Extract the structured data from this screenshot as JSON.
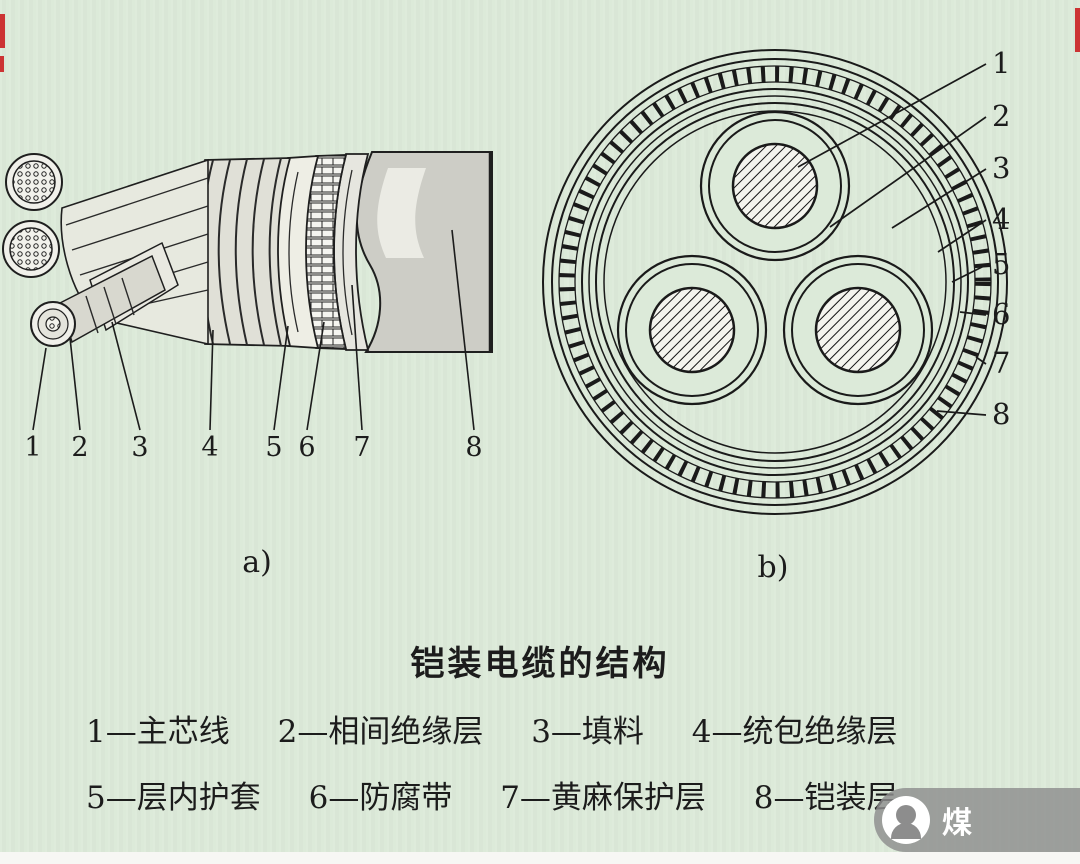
{
  "figure": {
    "title": "铠装电缆的结构",
    "label_a": "a)",
    "label_b": "b)"
  },
  "diagram_a": {
    "numbers": [
      "1",
      "2",
      "3",
      "4",
      "5",
      "6",
      "7",
      "8"
    ]
  },
  "diagram_b": {
    "numbers": [
      "1",
      "2",
      "3",
      "4",
      "5",
      "6",
      "7",
      "8"
    ]
  },
  "legend": {
    "row1": [
      "1—主芯线",
      "2—相间绝缘层",
      "3—填料",
      "4—统包绝缘层"
    ],
    "row2": [
      "5—层内护套",
      "6—防腐带",
      "7—黄麻保护层",
      "8—铠装层"
    ]
  },
  "watermark": {
    "text": "煤"
  },
  "colors": {
    "background": "#dcead9",
    "ink": "#1c1c1c",
    "red_mark": "#cc3333",
    "sheath_gray": "#cdcdc6"
  }
}
